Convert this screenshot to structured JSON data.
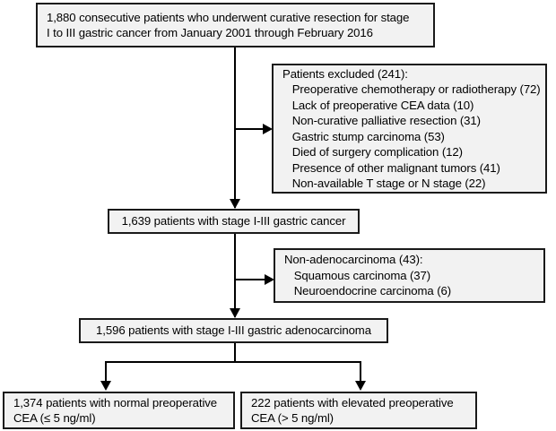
{
  "figure": {
    "type": "flow-diagram",
    "title": "Patient selection flow diagram",
    "background_color": "#ffffff",
    "node_fill_color": "#f2f2f2",
    "node_border_color": "#1a1a1a",
    "connector_color": "#000000"
  },
  "nodes": {
    "cohort_total": {
      "text": "1,880 consecutive patients who underwent curative resection for stage\nI to III gastric cancer from January 2001 through February 2016"
    },
    "excluded": {
      "text": "Patients excluded (241):\n   Preoperative chemotherapy or radiotherapy (72)\n   Lack of preoperative CEA data (10)\n   Non-curative palliative resection (31)\n   Gastric stump carcinoma (53)\n   Died of surgery complication (12)\n   Presence of other malignant tumors (41)\n   Non-available T stage or N stage (22)"
    },
    "stage_i_iii": {
      "text": "1,639 patients with stage I-III gastric cancer"
    },
    "non_adeno": {
      "text": "Non-adenocarcinoma (43):\n   Squamous carcinoma (37)\n   Neuroendocrine carcinoma (6)"
    },
    "adeno": {
      "text": "1,596 patients with stage I-III gastric adenocarcinoma"
    },
    "normal_cea": {
      "text": "1,374 patients with normal preoperative\nCEA (≤ 5 ng/ml)"
    },
    "elevated_cea": {
      "text": "222 patients with elevated preoperative\nCEA (> 5 ng/ml)"
    }
  }
}
